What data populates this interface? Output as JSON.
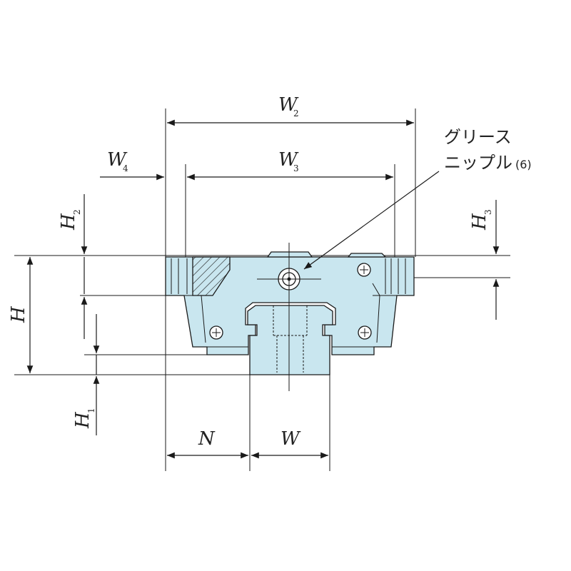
{
  "labels": {
    "W2": {
      "main": "W",
      "sub": "2"
    },
    "W3": {
      "main": "W",
      "sub": "3"
    },
    "W4": {
      "main": "W",
      "sub": "4"
    },
    "W": {
      "main": "W",
      "sub": ""
    },
    "N": {
      "main": "N",
      "sub": ""
    },
    "H": {
      "main": "H",
      "sub": ""
    },
    "H1": {
      "main": "H",
      "sub": "1"
    },
    "H2": {
      "main": "H",
      "sub": "2"
    },
    "H3": {
      "main": "H",
      "sub": "3"
    }
  },
  "callout": {
    "line1": "グリース",
    "line2": "ニップル",
    "note": "(6)"
  },
  "colors": {
    "block_fill": "#c9e6ef",
    "rail_fill": "#c9e6ef",
    "hatch": "#1a1a1a",
    "line": "#1a1a1a"
  }
}
